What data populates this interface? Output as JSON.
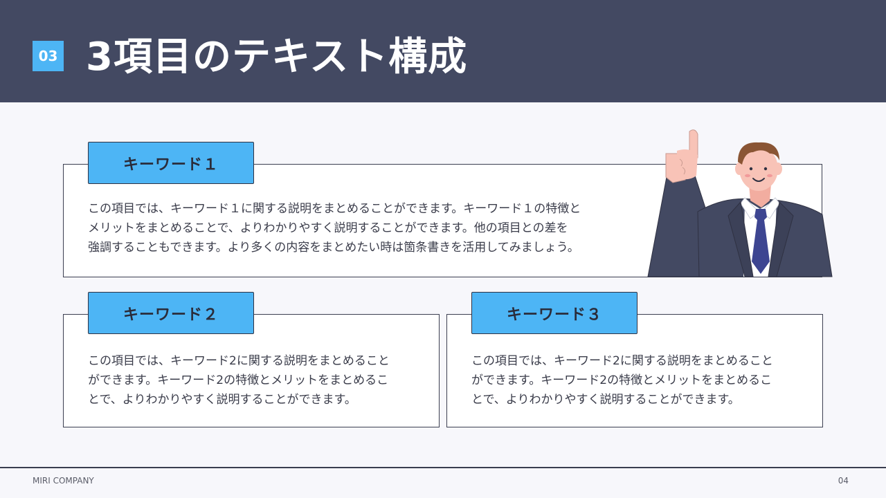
{
  "header": {
    "section_number": "03",
    "title": "3項目のテキスト構成"
  },
  "cards": [
    {
      "tab_label": "キーワード１",
      "lines": [
        "この項目では、キーワード１に関する説明をまとめることができます。キーワード１の特徴と",
        "メリットをまとめることで、よりわかりやすく説明することができます。他の項目との差を",
        "強調することもできます。より多くの内容をまとめたい時は箇条書きを活用してみましょう。"
      ]
    },
    {
      "tab_label": "キーワード２",
      "lines": [
        "この項目では、キーワード2に関する説明をまとめること",
        "ができます。キーワード2の特徴とメリットをまとめるこ",
        "とで、よりわかりやすく説明することができます。"
      ]
    },
    {
      "tab_label": "キーワード３",
      "lines": [
        "この項目では、キーワード2に関する説明をまとめること",
        "ができます。キーワード2の特徴とメリットをまとめるこ",
        "とで、よりわかりやすく説明することができます。"
      ]
    }
  ],
  "illustration": {
    "icon": "businessman-pointing-up-icon",
    "colors": {
      "suit": "#434962",
      "tie": "#3d4591",
      "skin": "#f8c3b7",
      "hair": "#8a5534",
      "shirt": "#ffffff"
    }
  },
  "footer": {
    "company": "MIRI COMPANY",
    "page_number": "04"
  },
  "colors": {
    "header_bg": "#434962",
    "accent": "#4db5f5",
    "page_bg": "#f7f7fb",
    "border": "#3a3d4f"
  }
}
